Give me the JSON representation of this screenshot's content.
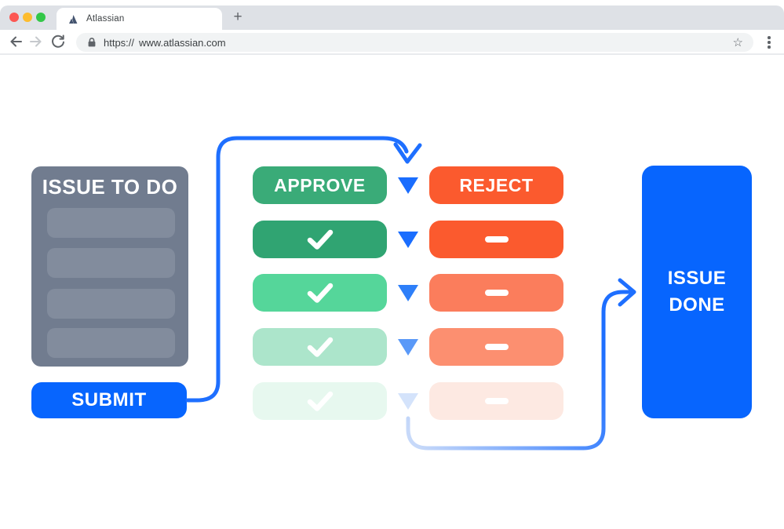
{
  "browser": {
    "traffic_lights": {
      "close": "#FC5753",
      "minimize": "#FDBC2E",
      "zoom": "#33C748"
    },
    "tab": {
      "title": "Atlassian"
    },
    "new_tab_glyph": "+",
    "address_bar": {
      "scheme": "https://",
      "host": "www.atlassian.com",
      "star_glyph": "☆"
    },
    "colors": {
      "tabstrip_bg": "#DEE1E6",
      "pill_bg": "#F1F3F4",
      "icon_dark": "#5F6368",
      "icon_disabled": "#C6C9CD",
      "url_text": "#3C4043",
      "favicon_color": "#44546F"
    }
  },
  "workflow": {
    "todo_box": {
      "title": "ISSUE TO DO",
      "color": "#717C8F",
      "row_color": "#828C9D",
      "placeholder_rows": 4
    },
    "submit_button": {
      "label": "SUBMIT",
      "color": "#0765FE"
    },
    "done_box": {
      "line1": "ISSUE",
      "line2": "DONE",
      "color": "#0765FE"
    },
    "arrow": {
      "color": "#1E6FFF",
      "fade_color": "#C7D9F9"
    },
    "rows": [
      {
        "approve": {
          "kind": "label",
          "text": "APPROVE",
          "color": "#3AAB78"
        },
        "triangle_color": "#1A6DFE",
        "reject": {
          "kind": "label",
          "text": "REJECT",
          "color": "#FB5A2E"
        }
      },
      {
        "approve": {
          "kind": "check-icon",
          "color": "#30A472"
        },
        "triangle_color": "#1A6DFE",
        "reject": {
          "kind": "dash-icon",
          "color": "#FB5A2E"
        }
      },
      {
        "approve": {
          "kind": "check-icon",
          "color": "#55D69A"
        },
        "triangle_color": "#2E7FF9",
        "reject": {
          "kind": "dash-icon",
          "color": "#FB7D5C"
        }
      },
      {
        "approve": {
          "kind": "check-icon",
          "color": "#ACE5CB"
        },
        "triangle_color": "#5A99F8",
        "reject": {
          "kind": "dash-icon",
          "color": "#FC8F70"
        }
      },
      {
        "approve": {
          "kind": "check-icon",
          "color": "#E7F8EF"
        },
        "triangle_color": "#D4E3FB",
        "reject": {
          "kind": "dash-icon",
          "color": "#FDE9E2"
        }
      }
    ]
  }
}
